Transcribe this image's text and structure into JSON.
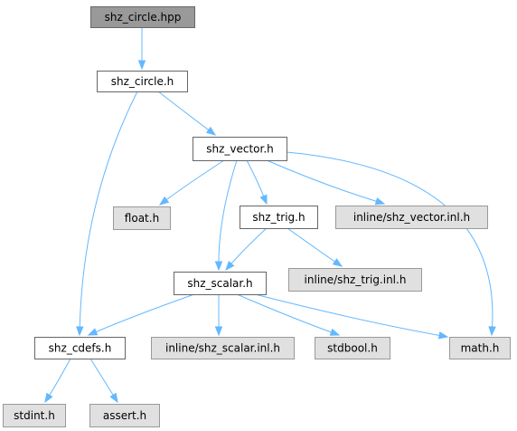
{
  "graph": {
    "colors": {
      "edge": "#63b8ff",
      "root_fill": "#999999",
      "node_border": "#666666",
      "external_fill": "#e0e0e0"
    },
    "nodes": [
      {
        "id": "shz_circle_hpp",
        "label": "shz_circle.hpp",
        "kind": "root"
      },
      {
        "id": "shz_circle_h",
        "label": "shz_circle.h",
        "kind": "normal"
      },
      {
        "id": "shz_vector_h",
        "label": "shz_vector.h",
        "kind": "normal"
      },
      {
        "id": "float_h",
        "label": "float.h",
        "kind": "external"
      },
      {
        "id": "shz_trig_h",
        "label": "shz_trig.h",
        "kind": "normal"
      },
      {
        "id": "inline_shz_vector_inl_h",
        "label": "inline/shz_vector.inl.h",
        "kind": "external"
      },
      {
        "id": "shz_scalar_h",
        "label": "shz_scalar.h",
        "kind": "normal"
      },
      {
        "id": "inline_shz_trig_inl_h",
        "label": "inline/shz_trig.inl.h",
        "kind": "external"
      },
      {
        "id": "shz_cdefs_h",
        "label": "shz_cdefs.h",
        "kind": "normal"
      },
      {
        "id": "inline_shz_scalar_inl_h",
        "label": "inline/shz_scalar.inl.h",
        "kind": "external"
      },
      {
        "id": "stdbool_h",
        "label": "stdbool.h",
        "kind": "external"
      },
      {
        "id": "math_h",
        "label": "math.h",
        "kind": "external"
      },
      {
        "id": "stdint_h",
        "label": "stdint.h",
        "kind": "external"
      },
      {
        "id": "assert_h",
        "label": "assert.h",
        "kind": "external"
      }
    ],
    "edges": [
      {
        "from": "shz_circle_hpp",
        "to": "shz_circle_h"
      },
      {
        "from": "shz_circle_h",
        "to": "shz_vector_h"
      },
      {
        "from": "shz_circle_h",
        "to": "shz_cdefs_h"
      },
      {
        "from": "shz_vector_h",
        "to": "float_h"
      },
      {
        "from": "shz_vector_h",
        "to": "shz_trig_h"
      },
      {
        "from": "shz_vector_h",
        "to": "inline_shz_vector_inl_h"
      },
      {
        "from": "shz_vector_h",
        "to": "shz_scalar_h"
      },
      {
        "from": "shz_vector_h",
        "to": "math_h"
      },
      {
        "from": "shz_trig_h",
        "to": "shz_scalar_h"
      },
      {
        "from": "shz_trig_h",
        "to": "inline_shz_trig_inl_h"
      },
      {
        "from": "shz_scalar_h",
        "to": "shz_cdefs_h"
      },
      {
        "from": "shz_scalar_h",
        "to": "inline_shz_scalar_inl_h"
      },
      {
        "from": "shz_scalar_h",
        "to": "stdbool_h"
      },
      {
        "from": "shz_scalar_h",
        "to": "math_h"
      },
      {
        "from": "shz_cdefs_h",
        "to": "stdint_h"
      },
      {
        "from": "shz_cdefs_h",
        "to": "assert_h"
      }
    ]
  }
}
